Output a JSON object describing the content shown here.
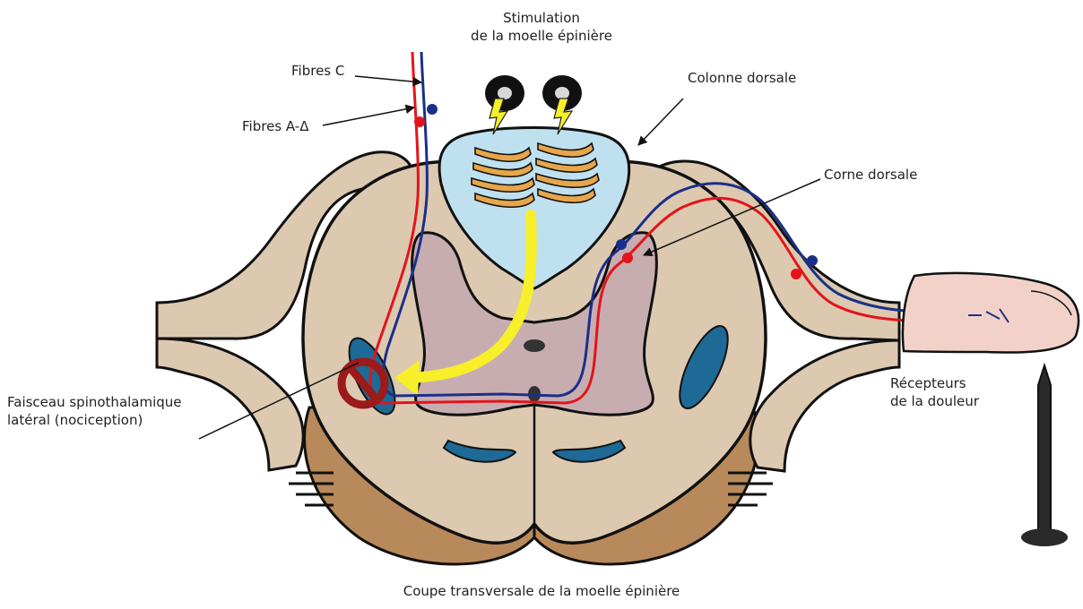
{
  "labels": {
    "stimulation_line1": "Stimulation",
    "stimulation_line2": "de la moelle épinière",
    "fibres_c": "Fibres C",
    "fibres_a_delta": "Fibres A-Δ",
    "colonne_dorsale": "Colonne dorsale",
    "corne_dorsale": "Corne dorsale",
    "faisceau_line1": "Faisceau spinothalamique",
    "faisceau_line2": "latéral (nociception)",
    "recepteurs_line1": "Récepteurs",
    "recepteurs_line2": "de la douleur",
    "caption": "Coupe transversale de la moelle épinière"
  },
  "colors": {
    "white_matter": "#dcc9b0",
    "gray_matter": "#c8adb0",
    "dorsal_column": "#bfe0ef",
    "ventral_root": "#b8895a",
    "tract": "#1d6a96",
    "fiber_c": "#1a2f8a",
    "fiber_a_delta": "#e3141b",
    "stim_arrow": "#f7ef2a",
    "electrode_lead": "#e8a64a",
    "block_symbol": "#9b1a1a",
    "skin": "#f2d2c8",
    "outline": "#111111"
  },
  "icons": [
    "electrode-icon",
    "lightning-icon",
    "block-icon",
    "finger-icon",
    "nail-icon"
  ]
}
